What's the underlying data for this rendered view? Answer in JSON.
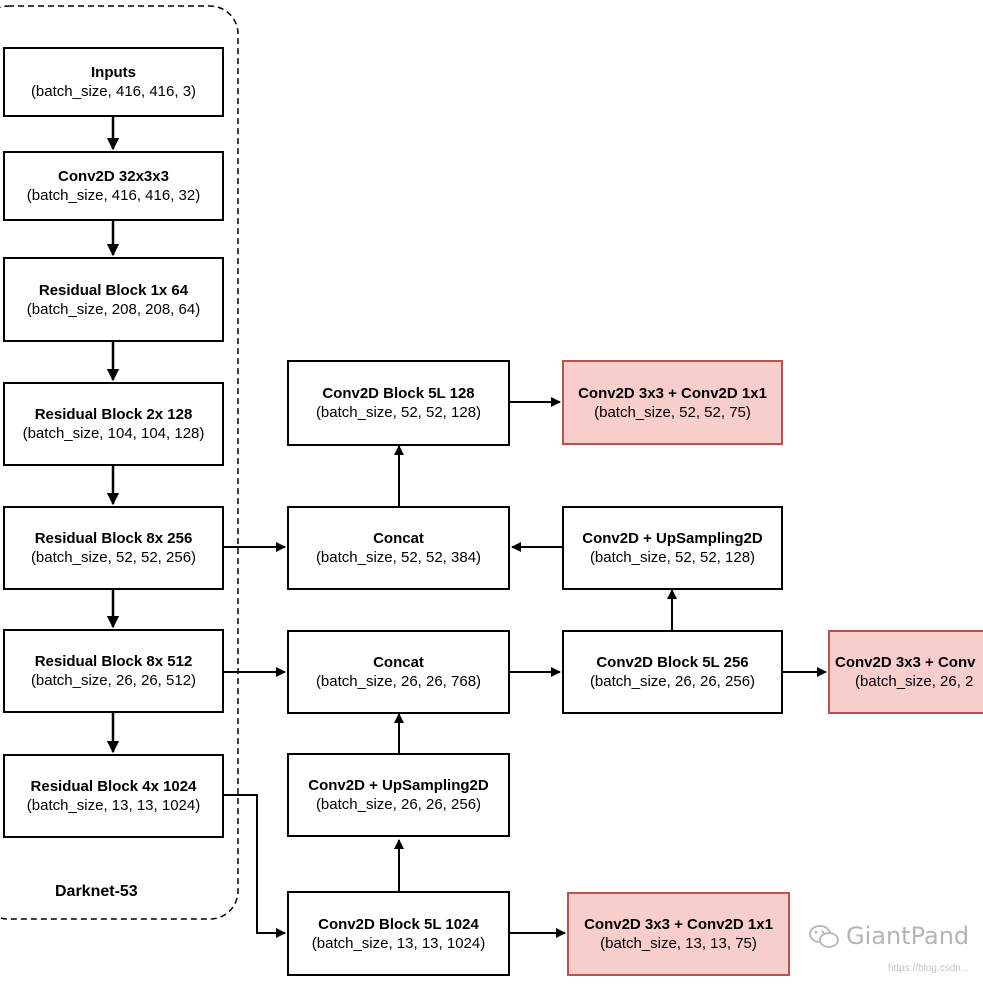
{
  "container_label": "Darknet-53",
  "blocks": {
    "inputs": {
      "title": "Inputs",
      "shape": "(batch_size, 416, 416, 3)"
    },
    "conv32": {
      "title": "Conv2D 32x3x3",
      "shape": "(batch_size, 416, 416, 32)"
    },
    "res1": {
      "title": "Residual Block 1x  64",
      "shape": "(batch_size, 208, 208, 64)"
    },
    "res2": {
      "title": "Residual Block 2x  128",
      "shape": "(batch_size, 104, 104, 128)"
    },
    "res8a": {
      "title": "Residual Block 8x  256",
      "shape": "(batch_size, 52, 52, 256)"
    },
    "res8b": {
      "title": "Residual Block 8x  512",
      "shape": "(batch_size, 26, 26, 512)"
    },
    "res4": {
      "title": "Residual Block 4x  1024",
      "shape": "(batch_size, 13, 13, 1024)"
    },
    "cb128": {
      "title": "Conv2D Block 5L  128",
      "shape": "(batch_size, 52, 52, 128)"
    },
    "concat384": {
      "title": "Concat",
      "shape": "(batch_size, 52, 52, 384)"
    },
    "concat768": {
      "title": "Concat",
      "shape": "(batch_size, 26, 26, 768)"
    },
    "up256": {
      "title": "Conv2D + UpSampling2D",
      "shape": "(batch_size, 26, 26, 256)"
    },
    "cb1024": {
      "title": "Conv2D Block 5L  1024",
      "shape": "(batch_size, 13, 13, 1024)"
    },
    "up128": {
      "title": "Conv2D + UpSampling2D",
      "shape": "(batch_size, 52, 52, 128)"
    },
    "cb256": {
      "title": "Conv2D Block 5L  256",
      "shape": "(batch_size, 26, 26, 256)"
    },
    "out52": {
      "title": "Conv2D 3x3 + Conv2D 1x1",
      "shape": "(batch_size, 52, 52, 75)"
    },
    "out26": {
      "title": "Conv2D 3x3 + Conv",
      "shape": "(batch_size, 26, 2"
    },
    "out13": {
      "title": "Conv2D 3x3 + Conv2D 1x1",
      "shape": "(batch_size, 13, 13, 75)"
    }
  },
  "colors": {
    "output_fill": "#f8cecc",
    "output_border": "#b85450"
  },
  "watermark": {
    "text": "GiantPand",
    "url": "https://blog.csdn..."
  }
}
